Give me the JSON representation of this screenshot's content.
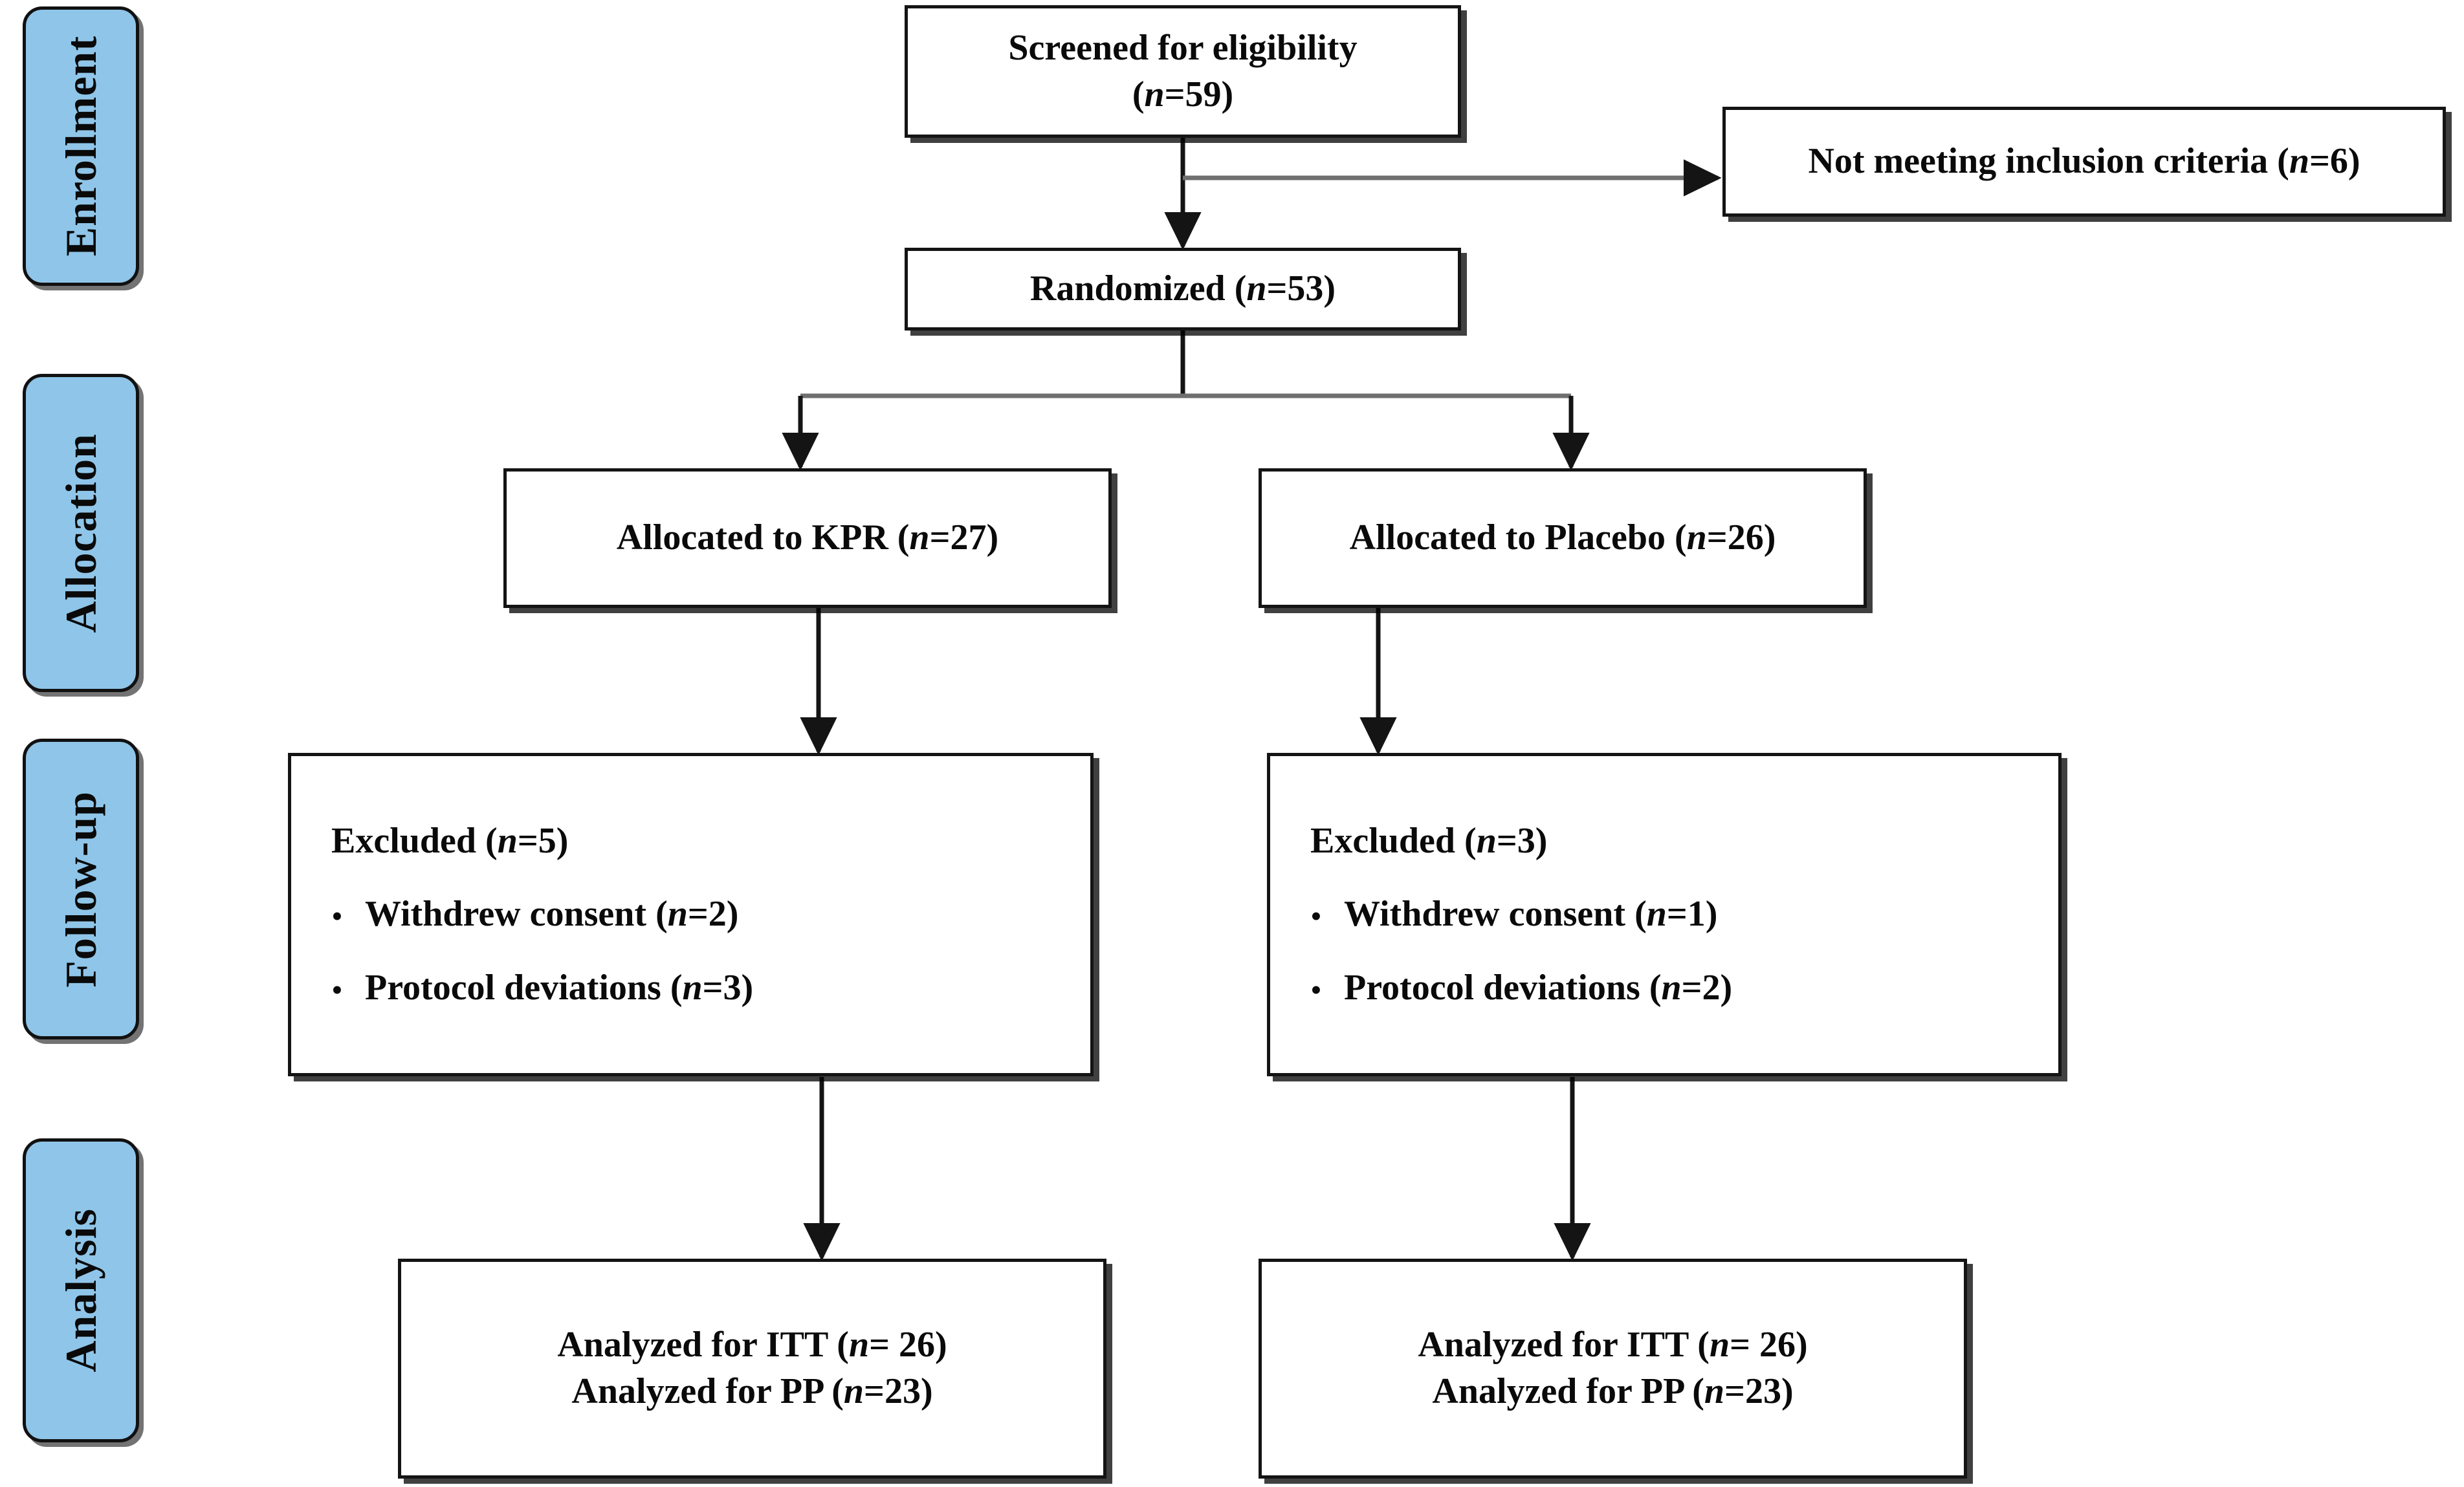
{
  "diagram": {
    "title": "CONSORT participant flow diagram",
    "accent_color": "#8FC5E8",
    "line_color": "#141414",
    "background": "#ffffff"
  },
  "phases": [
    {
      "id": "enrollment",
      "label": "Enrollment"
    },
    {
      "id": "allocation",
      "label": "Allocation"
    },
    {
      "id": "followup",
      "label": "Follow-up"
    },
    {
      "id": "analysis",
      "label": "Analysis"
    }
  ],
  "nodes": {
    "screened": {
      "line1_text": "Screened for eligibility",
      "line2_prefix": "(",
      "line2_italic": "n",
      "line2_suffix": "=59)"
    },
    "not_meeting": {
      "prefix": "Not meeting inclusion criteria (",
      "italic": "n",
      "suffix": "=6)"
    },
    "randomized": {
      "prefix": "Randomized (",
      "italic": "n",
      "suffix": "=53)"
    },
    "alloc_kpr": {
      "prefix": "Allocated to KPR (",
      "italic": "n",
      "suffix": "=27)"
    },
    "alloc_placebo": {
      "prefix": "Allocated to Placebo (",
      "italic": "n",
      "suffix": "=26)"
    },
    "excluded_kpr": {
      "head_prefix": "Excluded (",
      "head_italic": "n",
      "head_suffix": "=5)",
      "bullets": [
        {
          "bullet": "•",
          "prefix": "Withdrew consent (",
          "italic": "n",
          "suffix": "=2)"
        },
        {
          "bullet": "•",
          "prefix": "Protocol deviations (",
          "italic": "n",
          "suffix": "=3)"
        }
      ]
    },
    "excluded_placebo": {
      "head_prefix": "Excluded (",
      "head_italic": "n",
      "head_suffix": "=3)",
      "bullets": [
        {
          "bullet": "•",
          "prefix": "Withdrew consent (",
          "italic": "n",
          "suffix": "=1)"
        },
        {
          "bullet": "•",
          "prefix": "Protocol deviations (",
          "italic": "n",
          "suffix": "=2)"
        }
      ]
    },
    "analyzed_kpr": {
      "itt_prefix": "Analyzed  for ITT (",
      "itt_italic": "n",
      "itt_suffix": "= 26)",
      "pp_prefix": "Analyzed  for PP (",
      "pp_italic": "n",
      "pp_suffix": "=23)"
    },
    "analyzed_placebo": {
      "itt_prefix": "Analyzed  for ITT (",
      "itt_italic": "n",
      "itt_suffix": "= 26)",
      "pp_prefix": "Analyzed  for PP (",
      "pp_italic": "n",
      "pp_suffix": "=23)"
    }
  },
  "flow_data": {
    "screened_for_eligibility": 59,
    "not_meeting_inclusion_criteria": 6,
    "randomized": 53,
    "arms": [
      {
        "name": "KPR",
        "allocated": 27,
        "excluded_total": 5,
        "excluded_reasons": [
          {
            "reason": "Withdrew consent",
            "n": 2
          },
          {
            "reason": "Protocol deviations",
            "n": 3
          }
        ],
        "analyzed_itt": 26,
        "analyzed_pp": 23
      },
      {
        "name": "Placebo",
        "allocated": 26,
        "excluded_total": 3,
        "excluded_reasons": [
          {
            "reason": "Withdrew consent",
            "n": 1
          },
          {
            "reason": "Protocol deviations",
            "n": 2
          }
        ],
        "analyzed_itt": 26,
        "analyzed_pp": 23
      }
    ]
  }
}
